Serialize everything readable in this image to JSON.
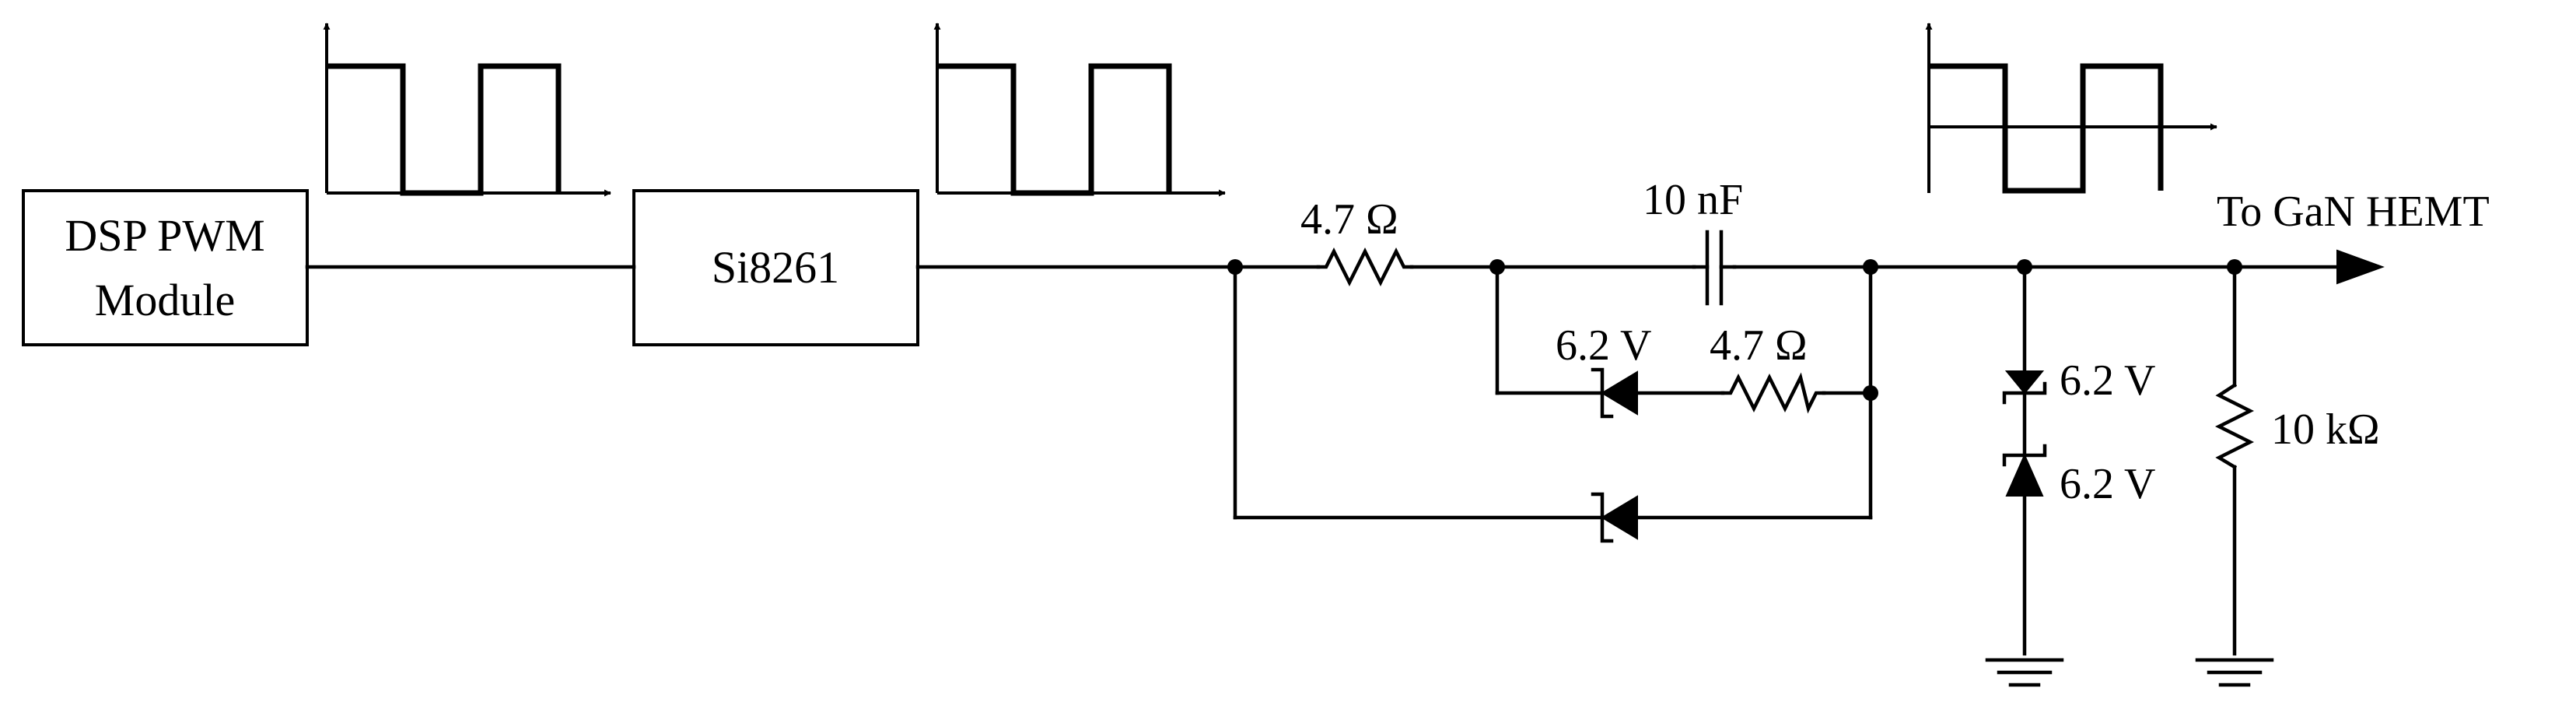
{
  "blocks": {
    "dsp_line1": "DSP PWM",
    "dsp_line2": "Module",
    "isolator": "Si8261"
  },
  "labels": {
    "r_series": "4.7  Ω",
    "capacitor": "10 nF",
    "zener_branch": "6.2 V",
    "r_branch": "4.7  Ω",
    "output": "To GaN HEMT",
    "zener_top": "6.2 V",
    "zener_bottom": "6.2 V",
    "r_pulldown": "10 kΩ"
  }
}
